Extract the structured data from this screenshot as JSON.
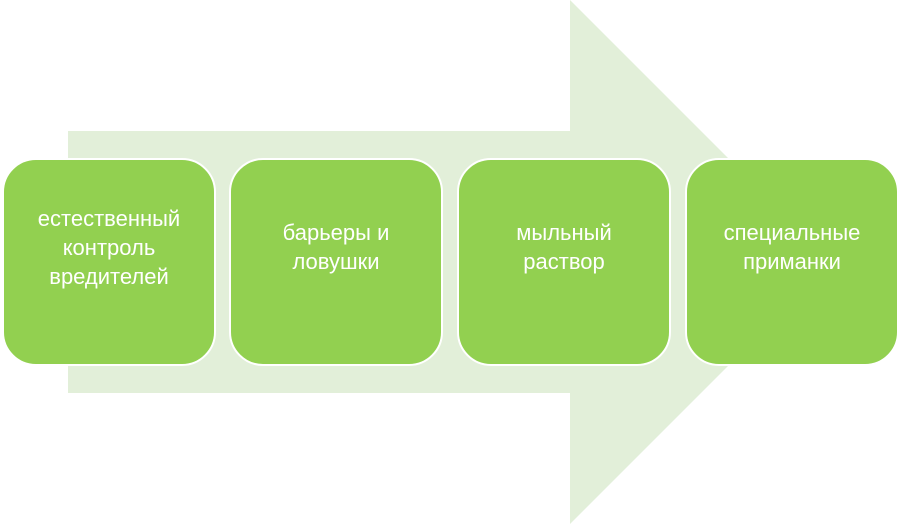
{
  "diagram": {
    "arrow_color": "#e2efd9",
    "box_color": "#92d050",
    "text_color": "#ffffff",
    "steps": [
      {
        "label": "естественный контроль вредителей"
      },
      {
        "label": "барьеры и ловушки"
      },
      {
        "label": "мыльный раствор"
      },
      {
        "label": "специальные приманки"
      }
    ]
  }
}
